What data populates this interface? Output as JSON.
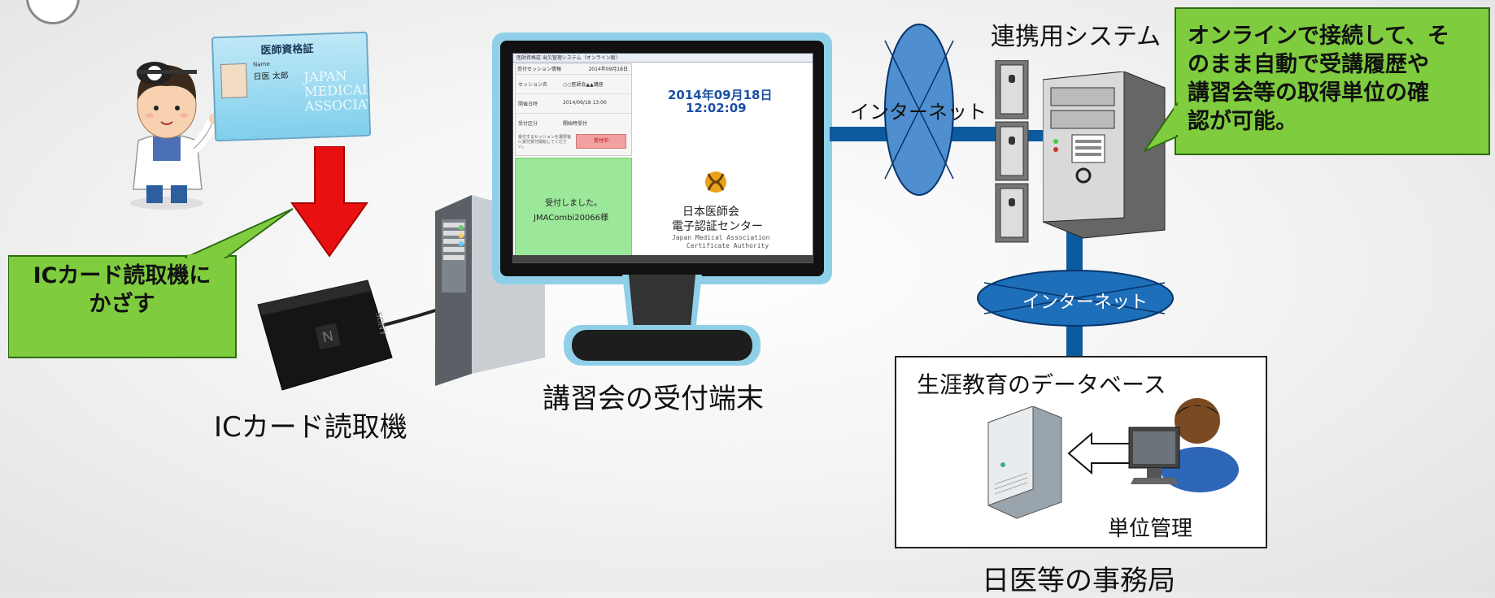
{
  "labels": {
    "ic_reader": "ICカード読取機",
    "terminal": "講習会の受付端末",
    "linked_system": "連携用システム",
    "internet_top": "インターネット",
    "internet_bottom": "インターネット",
    "database": "生涯教育のデータベース",
    "unit_management": "単位管理",
    "office": "日医等の事務局"
  },
  "callouts": {
    "reader_line1": "ICカード読取機に",
    "reader_line2": "かざす",
    "online_line1": "オンラインで接続して、そ",
    "online_line2": "のまま自動で受講履歴や",
    "online_line3": "講習会等の取得単位の確",
    "online_line4": "認が可能。"
  },
  "card": {
    "title": "医師資格証",
    "name_label": "Name",
    "name": "日医 太郎",
    "watermark_1": "JAPAN",
    "watermark_2": "MEDICAL",
    "watermark_3": "ASSOCIATION"
  },
  "reader_device": {
    "brand": "SONY"
  },
  "screen": {
    "window_title": "医師資格証 出欠管理システム（オンライン版）",
    "panel_header": "受付セッション情報",
    "panel_header_date": "2014年09月18日",
    "rows": [
      {
        "label": "セッション名",
        "value": "○○医師会▲▲講座"
      },
      {
        "label": "開催日時",
        "value": "2014/09/18 13:00"
      },
      {
        "label": "受付区分",
        "value": "開始時受付"
      }
    ],
    "note": "受付するセッションを選択後に受付受付開始してください。",
    "accept_button": "受付中",
    "date": "2014年09月18日",
    "time": "12:02:09",
    "status_line1": "受付しました。",
    "status_line2": "JMACombi20066様",
    "org_line1": "日本医師会",
    "org_line2": "電子認証センター",
    "org_en1": "Japan Medical Association",
    "org_en2": "Certificate Authority"
  },
  "colors": {
    "callout_green": "#7fcc3f",
    "network_blue": "#0c5b9e",
    "monitor_glow": "#8fd0e8",
    "arrow_red": "#e81010",
    "status_green": "#9ce89a"
  }
}
